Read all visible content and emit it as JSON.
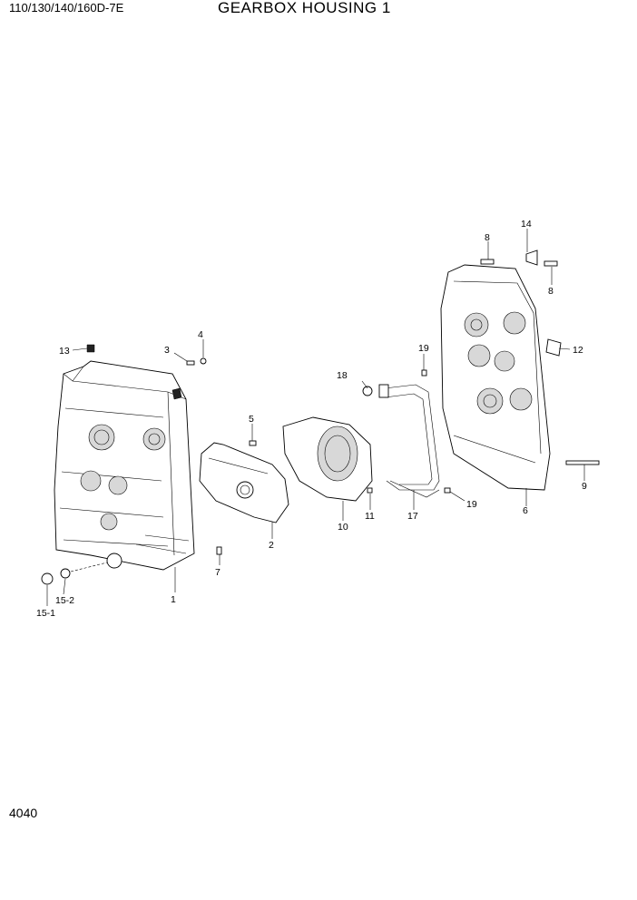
{
  "header": {
    "model": "110/130/140/160D-7E",
    "title": "GEARBOX HOUSING 1"
  },
  "footer": {
    "page_number": "4040"
  },
  "callouts": {
    "c1": "1",
    "c2": "2",
    "c3": "3",
    "c4": "4",
    "c5": "5",
    "c6": "6",
    "c7": "7",
    "c8a": "8",
    "c8b": "8",
    "c9": "9",
    "c10": "10",
    "c11": "11",
    "c12": "12",
    "c13": "13",
    "c14": "14",
    "c151": "15-1",
    "c152": "15-2",
    "c17": "17",
    "c18": "18",
    "c19a": "19",
    "c19b": "19"
  }
}
